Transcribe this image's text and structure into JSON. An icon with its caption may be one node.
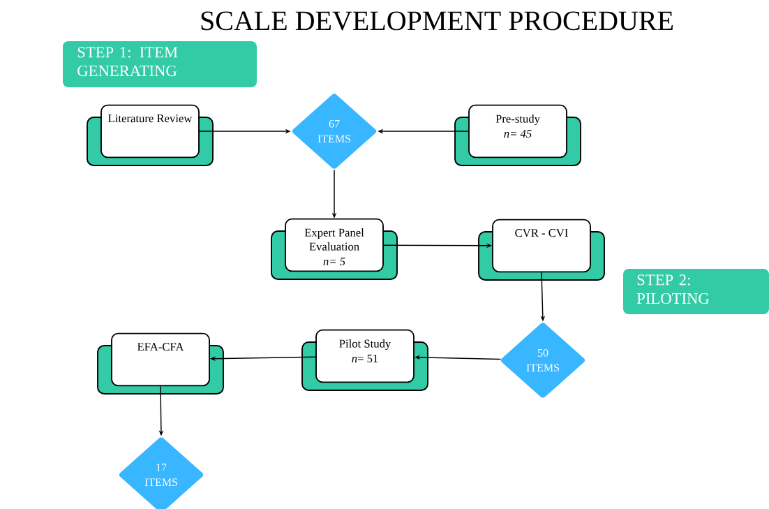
{
  "diagram": {
    "title": "SCALE DEVELOPMENT PROCEDURE",
    "nodes": [
      {
        "text": [
          "Literature Review"
        ]
      },
      {
        "text": [
          "67 ITEMS"
        ]
      },
      {
        "text": [
          "Pre-study",
          "*n= 45*"
        ]
      },
      {
        "text": [
          "Expert Panel Evaluation",
          "*n= 5*"
        ]
      },
      {
        "text": [
          "CVR - CVI"
        ]
      },
      {
        "text": [
          "50 ITEMS"
        ]
      },
      {
        "text": [
          "Pilot Study",
          "*n*= 51"
        ]
      },
      {
        "text": [
          "EFA-CFA"
        ]
      },
      {
        "text": [
          "17 ITEMS"
        ]
      }
    ],
    "edges": [
      {
        "from": 0,
        "to": 1,
        "arrow": "to"
      },
      {
        "from": 2,
        "to": 1,
        "arrow": "to"
      },
      {
        "from": 1,
        "to": 3,
        "arrow": "to"
      },
      {
        "from": 3,
        "to": 4,
        "arrow": "to"
      },
      {
        "from": 4,
        "to": 5,
        "arrow": "to"
      },
      {
        "from": 5,
        "to": 6,
        "arrow": "to"
      },
      {
        "from": 6,
        "to": 7,
        "arrow": "to"
      },
      {
        "from": 7,
        "to": 8,
        "arrow": "to"
      }
    ],
    "labels": [
      "STEP 1: ITEM GENERATING",
      "STEP 2: PILOTING"
    ]
  }
}
